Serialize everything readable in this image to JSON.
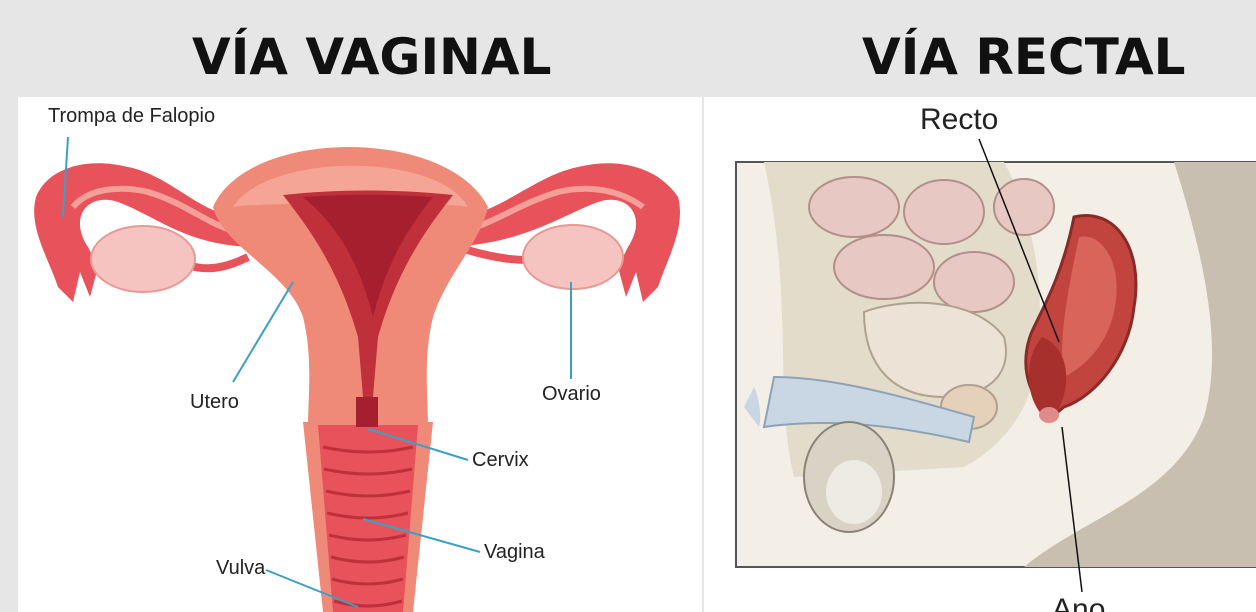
{
  "left": {
    "title": "VÍA VAGINAL",
    "labels": {
      "fallopian": "Trompa de Falopio",
      "uterus": "Utero",
      "ovary": "Ovario",
      "cervix": "Cervix",
      "vagina": "Vagina",
      "vulva": "Vulva"
    }
  },
  "right": {
    "title": "VÍA RECTAL",
    "labels": {
      "rectum": "Recto",
      "anus": "Ano"
    }
  },
  "colors": {
    "background": "#e6e6e6",
    "uterus_outer": "#f08a78",
    "uterus_inner": "#c0303a",
    "ovary": "#f6c4c0",
    "leader_line": "#3aa0c8"
  }
}
